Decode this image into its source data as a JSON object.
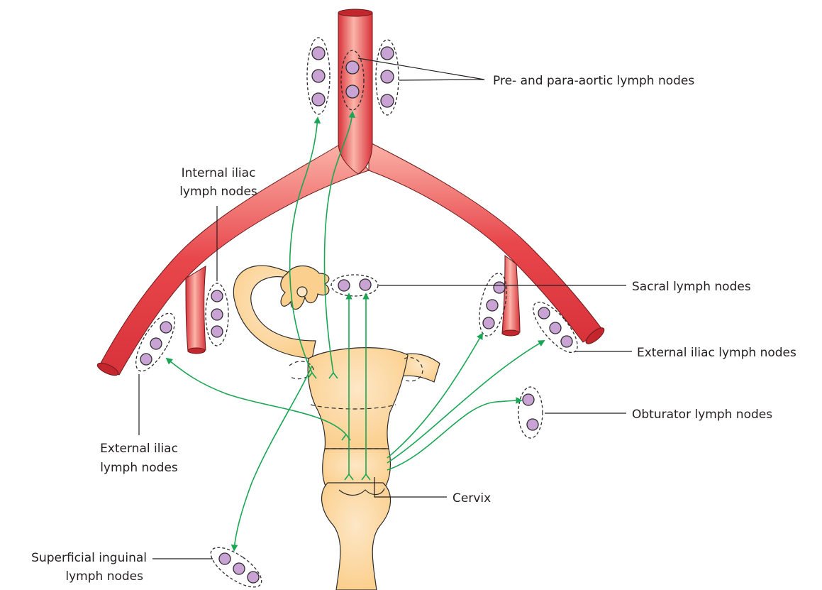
{
  "labels": {
    "pre_para_aortic": "Pre- and para-aortic lymph nodes",
    "internal_iliac_line1": "Internal iliac",
    "internal_iliac_line2": "lymph nodes",
    "sacral": "Sacral lymph nodes",
    "external_iliac_right": "External iliac lymph nodes",
    "obturator": "Obturator lymph nodes",
    "external_iliac_left_line1": "External iliac",
    "external_iliac_left_line2": "lymph nodes",
    "cervix": "Cervix",
    "superficial_inguinal_line1": "Superficial inguinal",
    "superficial_inguinal_line2": "lymph nodes"
  },
  "colors": {
    "artery": "#e8474c",
    "artery_light": "#fbb4a9",
    "artery_dark": "#c4262d",
    "uterus": "#fbd59e",
    "uterus_stroke": "#2b2b2b",
    "node_fill": "#c9a3d4",
    "lymph_flow": "#1aa654",
    "leader": "#231f20"
  }
}
